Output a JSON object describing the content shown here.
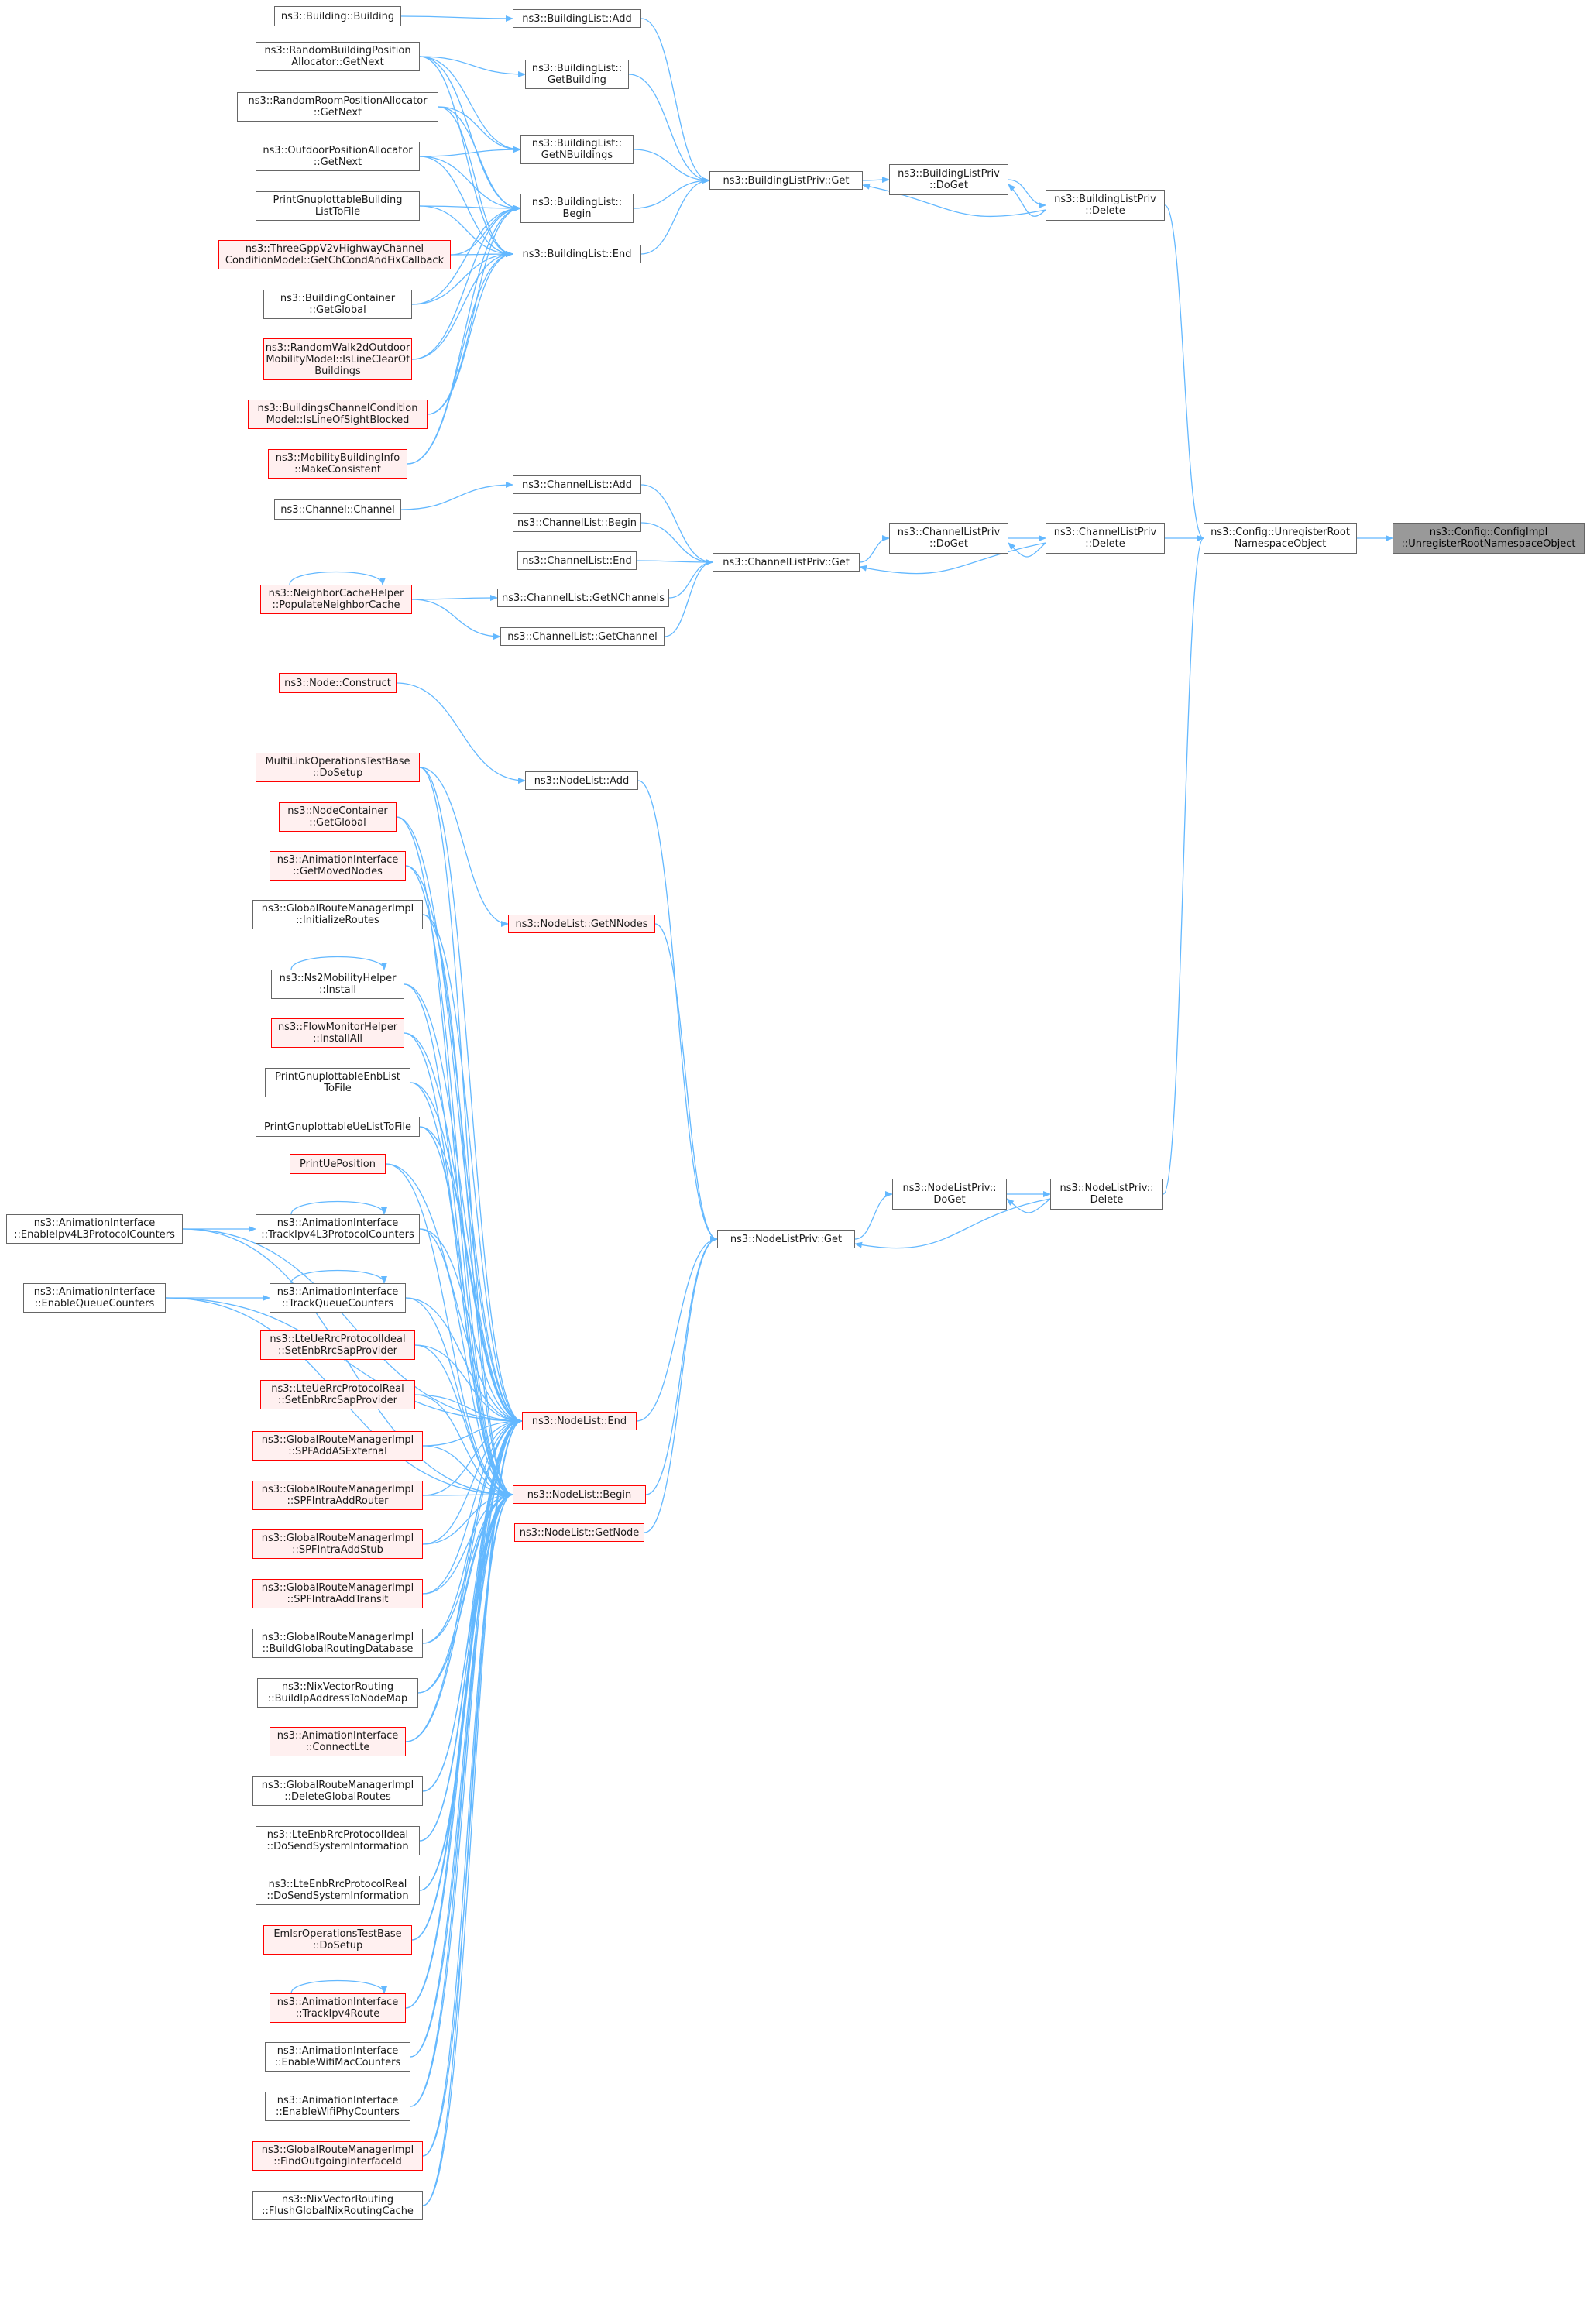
{
  "graph": {
    "type": "call-graph",
    "edge_color": "#63b8ff",
    "legend_colors": {
      "normal_border": "#666666",
      "truncated_border": "#ff0000",
      "root_fill": "#999999"
    },
    "nodes": [
      {
        "id": "n_bb",
        "label": "ns3::Building::Building",
        "style": "normal"
      },
      {
        "id": "n_rbpa",
        "label": "ns3::RandomBuildingPosition\nAllocator::GetNext",
        "style": "normal"
      },
      {
        "id": "n_rrpa",
        "label": "ns3::RandomRoomPositionAllocator\n::GetNext",
        "style": "normal"
      },
      {
        "id": "n_opa",
        "label": "ns3::OutdoorPositionAllocator\n::GetNext",
        "style": "normal"
      },
      {
        "id": "n_pgbl",
        "label": "PrintGnuplottableBuilding\nListToFile",
        "style": "normal"
      },
      {
        "id": "n_tgpp",
        "label": "ns3::ThreeGppV2vHighwayChannel\nConditionModel::GetChCondAndFixCallback",
        "style": "red"
      },
      {
        "id": "n_bcont",
        "label": "ns3::BuildingContainer\n::GetGlobal",
        "style": "normal"
      },
      {
        "id": "n_rw2d",
        "label": "ns3::RandomWalk2dOutdoor\nMobilityModel::IsLineClearOf\nBuildings",
        "style": "red"
      },
      {
        "id": "n_bccm",
        "label": "ns3::BuildingsChannelCondition\nModel::IsLineOfSightBlocked",
        "style": "red"
      },
      {
        "id": "n_mbi",
        "label": "ns3::MobilityBuildingInfo\n::MakeConsistent",
        "style": "red"
      },
      {
        "id": "n_chch",
        "label": "ns3::Channel::Channel",
        "style": "normal"
      },
      {
        "id": "n_nch",
        "label": "ns3::NeighborCacheHelper\n::PopulateNeighborCache",
        "style": "red"
      },
      {
        "id": "n_nodecons",
        "label": "ns3::Node::Construct",
        "style": "red"
      },
      {
        "id": "n_mlots",
        "label": "MultiLinkOperationsTestBase\n::DoSetup",
        "style": "red"
      },
      {
        "id": "n_ncgg",
        "label": "ns3::NodeContainer\n::GetGlobal",
        "style": "red"
      },
      {
        "id": "n_aigmn",
        "label": "ns3::AnimationInterface\n::GetMovedNodes",
        "style": "red"
      },
      {
        "id": "n_grmir",
        "label": "ns3::GlobalRouteManagerImpl\n::InitializeRoutes",
        "style": "normal"
      },
      {
        "id": "n_ns2",
        "label": "ns3::Ns2MobilityHelper\n::Install",
        "style": "normal"
      },
      {
        "id": "n_fmh",
        "label": "ns3::FlowMonitorHelper\n::InstallAll",
        "style": "red"
      },
      {
        "id": "n_pgenb",
        "label": "PrintGnuplottableEnbList\nToFile",
        "style": "normal"
      },
      {
        "id": "n_pgue",
        "label": "PrintGnuplottableUeListToFile",
        "style": "normal"
      },
      {
        "id": "n_pue",
        "label": "PrintUePosition",
        "style": "red"
      },
      {
        "id": "n_aitipc",
        "label": "ns3::AnimationInterface\n::TrackIpv4L3ProtocolCounters",
        "style": "normal"
      },
      {
        "id": "n_aitqc",
        "label": "ns3::AnimationInterface\n::TrackQueueCounters",
        "style": "normal"
      },
      {
        "id": "n_lteideal",
        "label": "ns3::LteUeRrcProtocolIdeal\n::SetEnbRrcSapProvider",
        "style": "red"
      },
      {
        "id": "n_ltereal",
        "label": "ns3::LteUeRrcProtocolReal\n::SetEnbRrcSapProvider",
        "style": "red"
      },
      {
        "id": "n_spfase",
        "label": "ns3::GlobalRouteManagerImpl\n::SPFAddASExternal",
        "style": "red"
      },
      {
        "id": "n_spfrouter",
        "label": "ns3::GlobalRouteManagerImpl\n::SPFIntraAddRouter",
        "style": "red"
      },
      {
        "id": "n_spfstub",
        "label": "ns3::GlobalRouteManagerImpl\n::SPFIntraAddStub",
        "style": "red"
      },
      {
        "id": "n_spftransit",
        "label": "ns3::GlobalRouteManagerImpl\n::SPFIntraAddTransit",
        "style": "red"
      },
      {
        "id": "n_bgrd",
        "label": "ns3::GlobalRouteManagerImpl\n::BuildGlobalRoutingDatabase",
        "style": "normal"
      },
      {
        "id": "n_nixbuild",
        "label": "ns3::NixVectorRouting\n::BuildIpAddressToNodeMap",
        "style": "normal"
      },
      {
        "id": "n_aiclte",
        "label": "ns3::AnimationInterface\n::ConnectLte",
        "style": "red"
      },
      {
        "id": "n_grmdel",
        "label": "ns3::GlobalRouteManagerImpl\n::DeleteGlobalRoutes",
        "style": "normal"
      },
      {
        "id": "n_enbideal",
        "label": "ns3::LteEnbRrcProtocolIdeal\n::DoSendSystemInformation",
        "style": "normal"
      },
      {
        "id": "n_enbreal",
        "label": "ns3::LteEnbRrcProtocolReal\n::DoSendSystemInformation",
        "style": "normal"
      },
      {
        "id": "n_emlsr",
        "label": "EmlsrOperationsTestBase\n::DoSetup",
        "style": "red"
      },
      {
        "id": "n_aitr",
        "label": "ns3::AnimationInterface\n::TrackIpv4Route",
        "style": "red"
      },
      {
        "id": "n_aiwmac",
        "label": "ns3::AnimationInterface\n::EnableWifiMacCounters",
        "style": "normal"
      },
      {
        "id": "n_aiwphy",
        "label": "ns3::AnimationInterface\n::EnableWifiPhyCounters",
        "style": "normal"
      },
      {
        "id": "n_grmfoi",
        "label": "ns3::GlobalRouteManagerImpl\n::FindOutgoingInterfaceId",
        "style": "red"
      },
      {
        "id": "n_nixflush",
        "label": "ns3::NixVectorRouting\n::FlushGlobalNixRoutingCache",
        "style": "normal"
      },
      {
        "id": "n_aieipc",
        "label": "ns3::AnimationInterface\n::EnableIpv4L3ProtocolCounters",
        "style": "normal"
      },
      {
        "id": "n_aieqc",
        "label": "ns3::AnimationInterface\n::EnableQueueCounters",
        "style": "normal"
      },
      {
        "id": "n_bladd",
        "label": "ns3::BuildingList::Add",
        "style": "normal"
      },
      {
        "id": "n_blgetb",
        "label": "ns3::BuildingList::\nGetBuilding",
        "style": "normal"
      },
      {
        "id": "n_blgetn",
        "label": "ns3::BuildingList::\nGetNBuildings",
        "style": "normal"
      },
      {
        "id": "n_blbegin",
        "label": "ns3::BuildingList::\nBegin",
        "style": "normal"
      },
      {
        "id": "n_blend",
        "label": "ns3::BuildingList::End",
        "style": "normal"
      },
      {
        "id": "n_cladd",
        "label": "ns3::ChannelList::Add",
        "style": "normal"
      },
      {
        "id": "n_clbegin",
        "label": "ns3::ChannelList::Begin",
        "style": "normal"
      },
      {
        "id": "n_clend",
        "label": "ns3::ChannelList::End",
        "style": "normal"
      },
      {
        "id": "n_clgetn",
        "label": "ns3::ChannelList::GetNChannels",
        "style": "normal"
      },
      {
        "id": "n_clgetc",
        "label": "ns3::ChannelList::GetChannel",
        "style": "normal"
      },
      {
        "id": "n_nladd",
        "label": "ns3::NodeList::Add",
        "style": "normal"
      },
      {
        "id": "n_nlgetn",
        "label": "ns3::NodeList::GetNNodes",
        "style": "red"
      },
      {
        "id": "n_nlend",
        "label": "ns3::NodeList::End",
        "style": "red"
      },
      {
        "id": "n_nlbegin",
        "label": "ns3::NodeList::Begin",
        "style": "red"
      },
      {
        "id": "n_nlgetnode",
        "label": "ns3::NodeList::GetNode",
        "style": "red"
      },
      {
        "id": "n_blpget",
        "label": "ns3::BuildingListPriv::Get",
        "style": "normal"
      },
      {
        "id": "n_clpget",
        "label": "ns3::ChannelListPriv::Get",
        "style": "normal"
      },
      {
        "id": "n_nlpget",
        "label": "ns3::NodeListPriv::Get",
        "style": "normal"
      },
      {
        "id": "n_blpdoget",
        "label": "ns3::BuildingListPriv\n::DoGet",
        "style": "normal"
      },
      {
        "id": "n_clpdoget",
        "label": "ns3::ChannelListPriv\n::DoGet",
        "style": "normal"
      },
      {
        "id": "n_nlpdoget",
        "label": "ns3::NodeListPriv::\nDoGet",
        "style": "normal"
      },
      {
        "id": "n_blpdel",
        "label": "ns3::BuildingListPriv\n::Delete",
        "style": "normal"
      },
      {
        "id": "n_clpdel",
        "label": "ns3::ChannelListPriv\n::Delete",
        "style": "normal"
      },
      {
        "id": "n_nlpdel",
        "label": "ns3::NodeListPriv::\nDelete",
        "style": "normal"
      },
      {
        "id": "n_cfgunreg",
        "label": "ns3::Config::UnregisterRoot\nNamespaceObject",
        "style": "normal"
      },
      {
        "id": "n_root",
        "label": "ns3::Config::ConfigImpl\n::UnregisterRootNamespaceObject",
        "style": "root"
      }
    ],
    "edges": [
      [
        "n_cfgunreg",
        "n_root"
      ],
      [
        "n_blpdel",
        "n_cfgunreg"
      ],
      [
        "n_clpdel",
        "n_cfgunreg"
      ],
      [
        "n_nlpdel",
        "n_cfgunreg"
      ],
      [
        "n_blpdoget",
        "n_blpdel"
      ],
      [
        "n_blpdel",
        "n_blpdoget"
      ],
      [
        "n_blpget",
        "n_blpdoget"
      ],
      [
        "n_blpdel",
        "n_blpget"
      ],
      [
        "n_clpdoget",
        "n_clpdel"
      ],
      [
        "n_clpdel",
        "n_clpdoget"
      ],
      [
        "n_clpget",
        "n_clpdoget"
      ],
      [
        "n_clpdel",
        "n_clpget"
      ],
      [
        "n_nlpdoget",
        "n_nlpdel"
      ],
      [
        "n_nlpdel",
        "n_nlpdoget"
      ],
      [
        "n_nlpget",
        "n_nlpdoget"
      ],
      [
        "n_nlpdel",
        "n_nlpget"
      ],
      [
        "n_bladd",
        "n_blpget"
      ],
      [
        "n_blgetb",
        "n_blpget"
      ],
      [
        "n_blgetn",
        "n_blpget"
      ],
      [
        "n_blbegin",
        "n_blpget"
      ],
      [
        "n_blend",
        "n_blpget"
      ],
      [
        "n_bb",
        "n_bladd"
      ],
      [
        "n_rbpa",
        "n_blgetb"
      ],
      [
        "n_rbpa",
        "n_blgetn"
      ],
      [
        "n_rbpa",
        "n_blbegin"
      ],
      [
        "n_rbpa",
        "n_blend"
      ],
      [
        "n_rrpa",
        "n_blgetn"
      ],
      [
        "n_rrpa",
        "n_blbegin"
      ],
      [
        "n_rrpa",
        "n_blend"
      ],
      [
        "n_opa",
        "n_blgetn"
      ],
      [
        "n_opa",
        "n_blbegin"
      ],
      [
        "n_opa",
        "n_blend"
      ],
      [
        "n_pgbl",
        "n_blbegin"
      ],
      [
        "n_pgbl",
        "n_blend"
      ],
      [
        "n_tgpp",
        "n_blbegin"
      ],
      [
        "n_tgpp",
        "n_blend"
      ],
      [
        "n_bcont",
        "n_blbegin"
      ],
      [
        "n_bcont",
        "n_blend"
      ],
      [
        "n_rw2d",
        "n_blbegin"
      ],
      [
        "n_rw2d",
        "n_blend"
      ],
      [
        "n_bccm",
        "n_blbegin"
      ],
      [
        "n_bccm",
        "n_blend"
      ],
      [
        "n_mbi",
        "n_blbegin"
      ],
      [
        "n_mbi",
        "n_blend"
      ],
      [
        "n_cladd",
        "n_clpget"
      ],
      [
        "n_clbegin",
        "n_clpget"
      ],
      [
        "n_clend",
        "n_clpget"
      ],
      [
        "n_clgetn",
        "n_clpget"
      ],
      [
        "n_clgetc",
        "n_clpget"
      ],
      [
        "n_chch",
        "n_cladd"
      ],
      [
        "n_nch",
        "n_clgetn"
      ],
      [
        "n_nch",
        "n_clgetc"
      ],
      [
        "n_nch",
        "n_nch"
      ],
      [
        "n_nladd",
        "n_nlpget"
      ],
      [
        "n_nlgetn",
        "n_nlpget"
      ],
      [
        "n_nlend",
        "n_nlpget"
      ],
      [
        "n_nlbegin",
        "n_nlpget"
      ],
      [
        "n_nlgetnode",
        "n_nlpget"
      ],
      [
        "n_nodecons",
        "n_nladd"
      ],
      [
        "n_mlots",
        "n_nlgetn"
      ],
      [
        "n_mlots",
        "n_nlbegin"
      ],
      [
        "n_mlots",
        "n_nlend"
      ],
      [
        "n_ncgg",
        "n_nlbegin"
      ],
      [
        "n_ncgg",
        "n_nlend"
      ],
      [
        "n_aigmn",
        "n_nlbegin"
      ],
      [
        "n_aigmn",
        "n_nlend"
      ],
      [
        "n_grmir",
        "n_nlbegin"
      ],
      [
        "n_grmir",
        "n_nlend"
      ],
      [
        "n_ns2",
        "n_nlbegin"
      ],
      [
        "n_ns2",
        "n_nlend"
      ],
      [
        "n_ns2",
        "n_ns2"
      ],
      [
        "n_fmh",
        "n_nlbegin"
      ],
      [
        "n_fmh",
        "n_nlend"
      ],
      [
        "n_pgenb",
        "n_nlbegin"
      ],
      [
        "n_pgenb",
        "n_nlend"
      ],
      [
        "n_pgue",
        "n_nlbegin"
      ],
      [
        "n_pgue",
        "n_nlend"
      ],
      [
        "n_pue",
        "n_nlbegin"
      ],
      [
        "n_pue",
        "n_nlend"
      ],
      [
        "n_aitipc",
        "n_nlbegin"
      ],
      [
        "n_aitipc",
        "n_nlend"
      ],
      [
        "n_aitipc",
        "n_aitipc"
      ],
      [
        "n_aitqc",
        "n_nlbegin"
      ],
      [
        "n_aitqc",
        "n_nlend"
      ],
      [
        "n_aitqc",
        "n_aitqc"
      ],
      [
        "n_lteideal",
        "n_nlbegin"
      ],
      [
        "n_lteideal",
        "n_nlend"
      ],
      [
        "n_ltereal",
        "n_nlbegin"
      ],
      [
        "n_ltereal",
        "n_nlend"
      ],
      [
        "n_spfase",
        "n_nlbegin"
      ],
      [
        "n_spfase",
        "n_nlend"
      ],
      [
        "n_spfrouter",
        "n_nlbegin"
      ],
      [
        "n_spfrouter",
        "n_nlend"
      ],
      [
        "n_spfstub",
        "n_nlbegin"
      ],
      [
        "n_spfstub",
        "n_nlend"
      ],
      [
        "n_spftransit",
        "n_nlbegin"
      ],
      [
        "n_spftransit",
        "n_nlend"
      ],
      [
        "n_bgrd",
        "n_nlbegin"
      ],
      [
        "n_bgrd",
        "n_nlend"
      ],
      [
        "n_nixbuild",
        "n_nlbegin"
      ],
      [
        "n_nixbuild",
        "n_nlend"
      ],
      [
        "n_aiclte",
        "n_nlbegin"
      ],
      [
        "n_aiclte",
        "n_nlend"
      ],
      [
        "n_grmdel",
        "n_nlbegin"
      ],
      [
        "n_grmdel",
        "n_nlend"
      ],
      [
        "n_enbideal",
        "n_nlbegin"
      ],
      [
        "n_enbideal",
        "n_nlend"
      ],
      [
        "n_enbreal",
        "n_nlbegin"
      ],
      [
        "n_enbreal",
        "n_nlend"
      ],
      [
        "n_emlsr",
        "n_nlbegin"
      ],
      [
        "n_emlsr",
        "n_nlend"
      ],
      [
        "n_aitr",
        "n_nlbegin"
      ],
      [
        "n_aitr",
        "n_nlend"
      ],
      [
        "n_aitr",
        "n_aitr"
      ],
      [
        "n_aiwmac",
        "n_nlbegin"
      ],
      [
        "n_aiwmac",
        "n_nlend"
      ],
      [
        "n_aiwphy",
        "n_nlbegin"
      ],
      [
        "n_aiwphy",
        "n_nlend"
      ],
      [
        "n_grmfoi",
        "n_nlbegin"
      ],
      [
        "n_grmfoi",
        "n_nlend"
      ],
      [
        "n_nixflush",
        "n_nlbegin"
      ],
      [
        "n_nixflush",
        "n_nlend"
      ],
      [
        "n_aieipc",
        "n_aitipc"
      ],
      [
        "n_aieipc",
        "n_nlbegin"
      ],
      [
        "n_aieipc",
        "n_nlend"
      ],
      [
        "n_aieqc",
        "n_aitqc"
      ],
      [
        "n_aieqc",
        "n_nlbegin"
      ],
      [
        "n_aieqc",
        "n_nlend"
      ]
    ]
  }
}
